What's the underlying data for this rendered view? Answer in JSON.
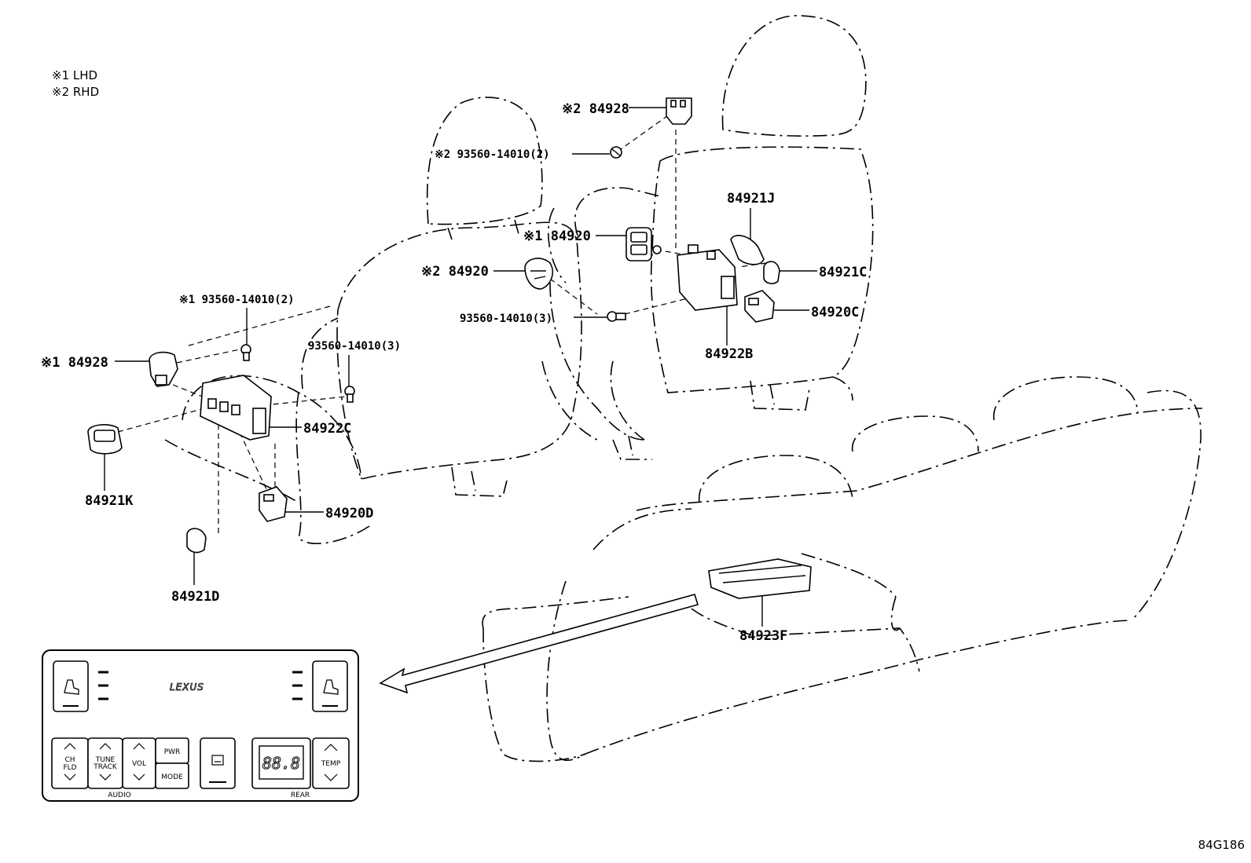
{
  "legend": {
    "lhd": "※1 LHD",
    "rhd": "※2 RHD"
  },
  "callouts": {
    "c_84928_rhd": "※2 84928",
    "c_93560_rhd": "※2 93560-14010(2)",
    "c_84920_lhd": "※1 84920",
    "c_84920_rhd": "※2 84920",
    "c_84921J": "84921J",
    "c_84921C": "84921C",
    "c_84920C": "84920C",
    "c_93560_3_right": "93560-14010(3)",
    "c_84922B": "84922B",
    "c_93560_lhd": "※1 93560-14010(2)",
    "c_93560_3_left": "93560-14010(3)",
    "c_84928_lhd": "※1 84928",
    "c_84922C": "84922C",
    "c_84921K": "84921K",
    "c_84920D": "84920D",
    "c_84921D": "84921D",
    "c_84923F": "84923F"
  },
  "panel": {
    "brand": "LEXUS",
    "btn_ch": "CH",
    "btn_fld": "FLD",
    "btn_tune": "TUNE",
    "btn_track": "TRACK",
    "btn_vol": "VOL",
    "btn_pwr": "PWR",
    "btn_mode": "MODE",
    "btn_temp": "TEMP",
    "display": "88.8",
    "label_audio": "AUDIO",
    "label_rear": "REAR"
  },
  "figure_code": "84G186"
}
